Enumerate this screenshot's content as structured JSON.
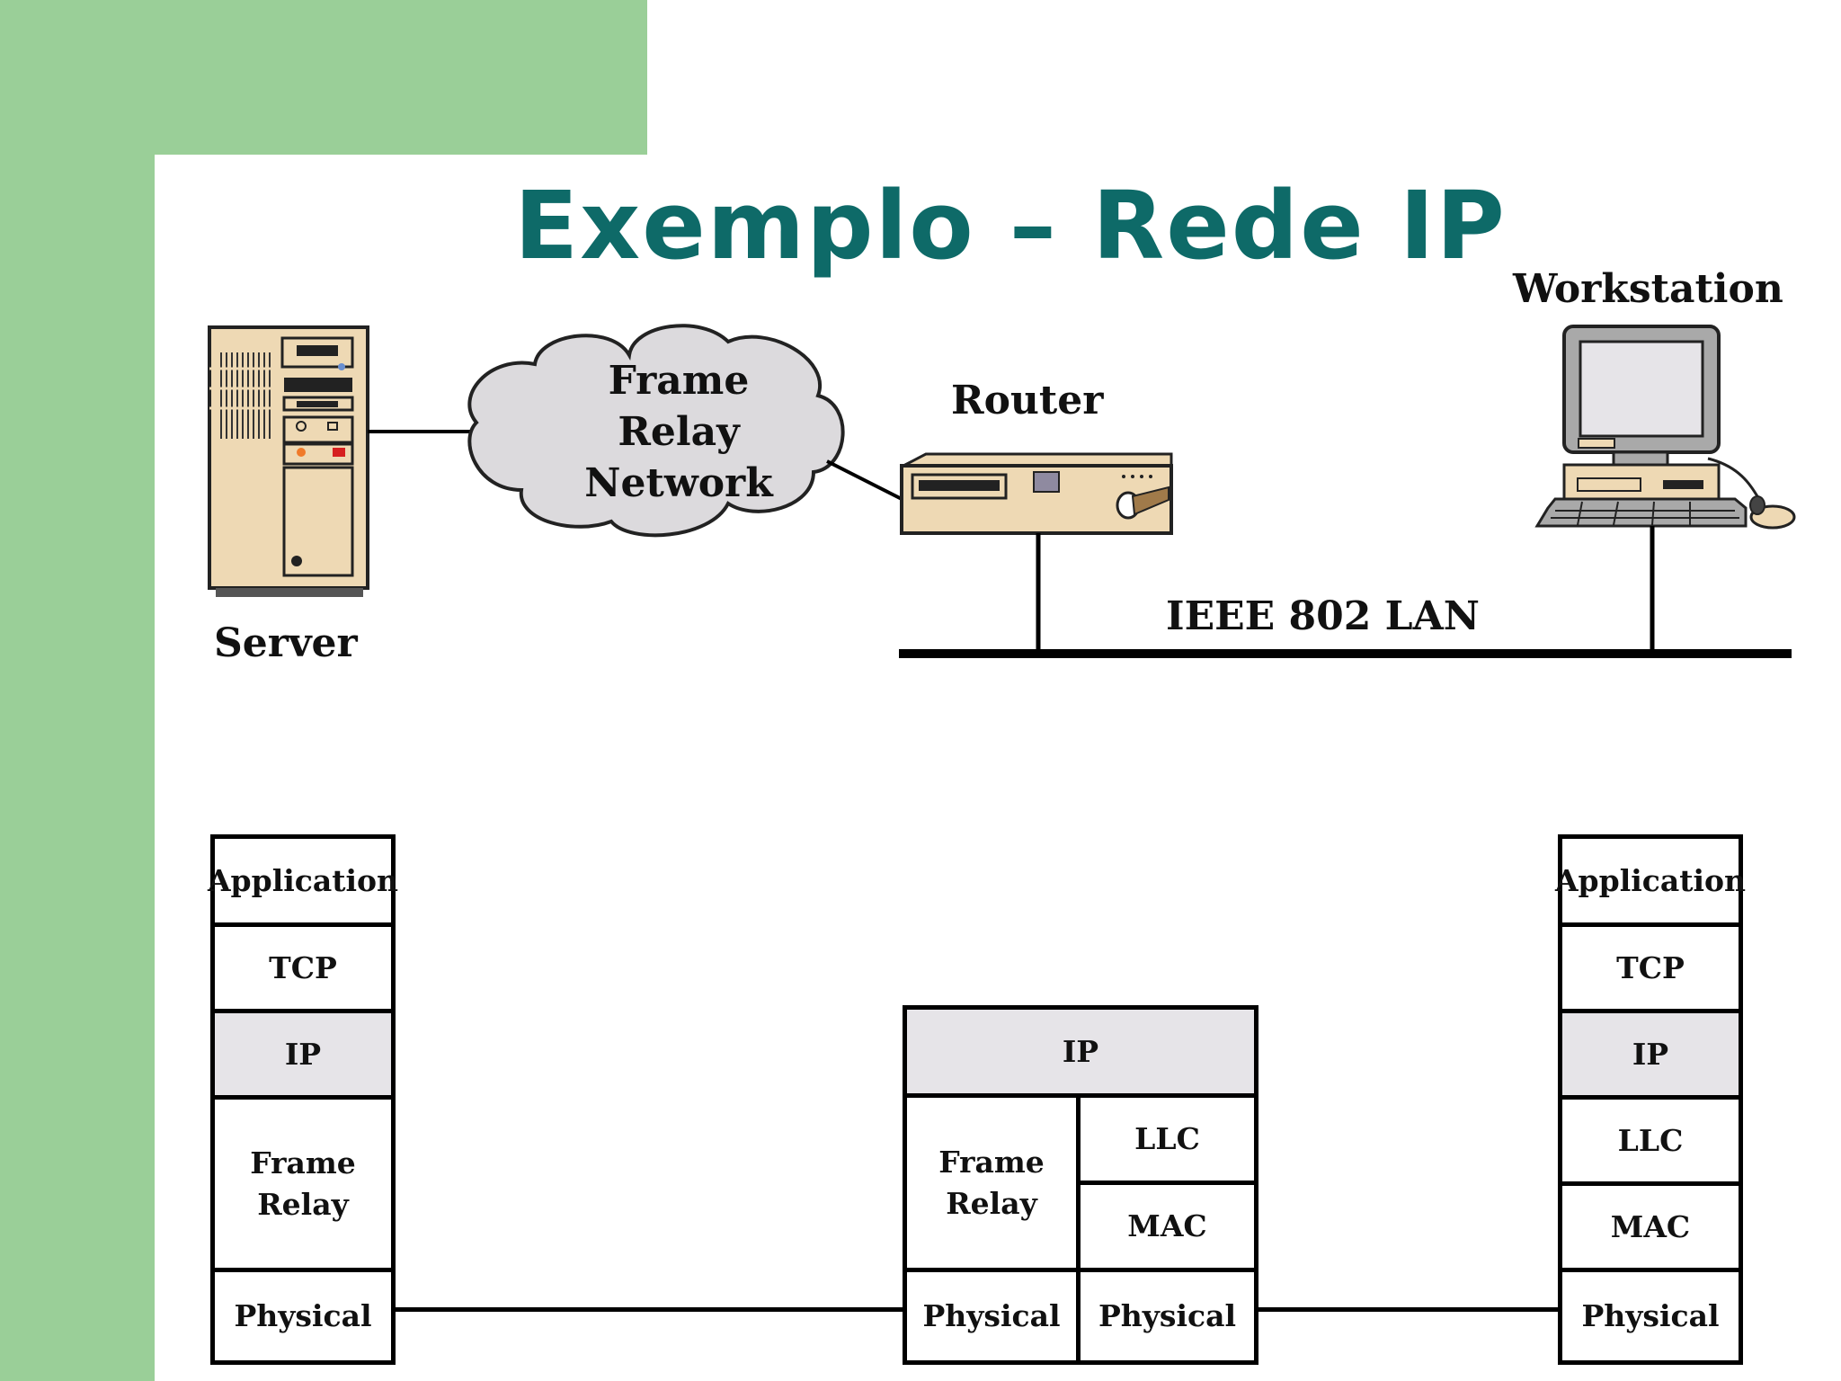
{
  "slide": {
    "title": "Exemplo – Rede IP"
  },
  "network": {
    "server_label": "Server",
    "cloud_lines": [
      "Frame",
      "Relay",
      "Network"
    ],
    "router_label": "Router",
    "workstation_label": "Workstation",
    "lan_label": "IEEE 802 LAN"
  },
  "stacks": {
    "server": {
      "application": "Application",
      "tcp": "TCP",
      "ip": "IP",
      "frame_relay": [
        "Frame",
        "Relay"
      ],
      "physical": "Physical"
    },
    "router": {
      "ip": "IP",
      "frame_relay": [
        "Frame",
        "Relay"
      ],
      "llc": "LLC",
      "mac": "MAC",
      "physical_left": "Physical",
      "physical_right": "Physical"
    },
    "workstation": {
      "application": "Application",
      "tcp": "TCP",
      "ip": "IP",
      "llc": "LLC",
      "mac": "MAC",
      "physical": "Physical"
    }
  },
  "colors": {
    "green": "#9acf98",
    "title": "#0e6a68",
    "ip_layer": "#e6e4e8",
    "cloud": "#dcdadd",
    "device_beige": "#eed9b4"
  }
}
